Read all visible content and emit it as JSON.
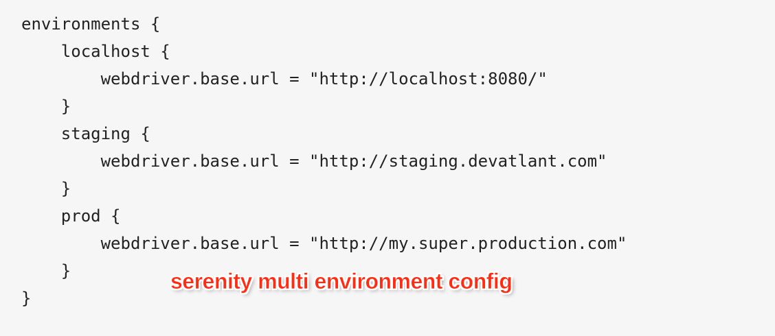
{
  "code": {
    "lines": [
      "environments {",
      "    localhost {",
      "        webdriver.base.url = \"http://localhost:8080/\"",
      "    }",
      "    staging {",
      "        webdriver.base.url = \"http://staging.devatlant.com\"",
      "    }",
      "    prod {",
      "        webdriver.base.url = \"http://my.super.production.com\"",
      "    }",
      "}"
    ]
  },
  "caption": {
    "text": "serenity multi environment config"
  },
  "colors": {
    "panel_background": "#f6f6f6",
    "code_text": "#222222",
    "caption_text": "#ff2b12"
  }
}
